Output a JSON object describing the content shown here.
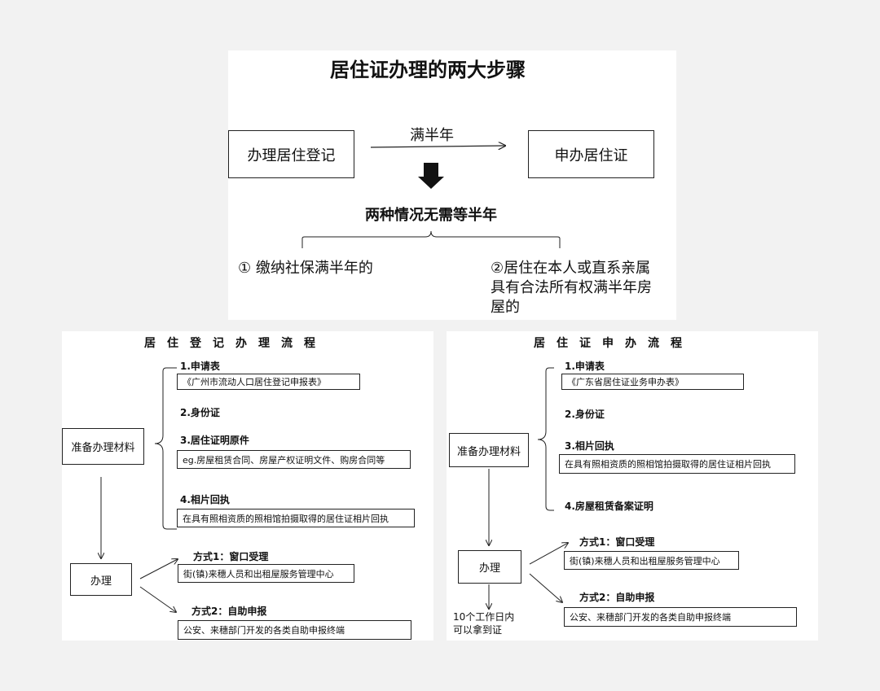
{
  "top": {
    "title": "居住证办理的两大步骤",
    "left_box": "办理居住登记",
    "right_box": "申办居住证",
    "arrow_label": "满半年",
    "subtitle": "两种情况无需等半年",
    "case1": "① 缴纳社保满半年的",
    "case2_line1": "②居住在本人或直系亲属",
    "case2_line2": "具有合法所有权满半年房",
    "case2_line3": "屋的"
  },
  "registration_flow": {
    "title": "居住登记办理流程",
    "prepare_box": "准备办理材料",
    "handle_box": "办理",
    "steps": [
      {
        "label": "1.申请表",
        "box": "《广州市流动人口居住登记申报表》"
      },
      {
        "label": "2.身份证"
      },
      {
        "label": "3.居住证明原件",
        "box": "eg.房屋租赁合同、房屋产权证明文件、购房合同等"
      },
      {
        "label": "4.相片回执",
        "box": "在具有照相资质的照相馆拍摄取得的居住证相片回执"
      }
    ],
    "methods": [
      {
        "label": "方式1：窗口受理",
        "box": "街(镇)来穗人员和出租屋服务管理中心"
      },
      {
        "label": "方式2：自助申报",
        "box": "公安、来穗部门开发的各类自助申报终端"
      }
    ]
  },
  "permit_flow": {
    "title": "居住证申办流程",
    "prepare_box": "准备办理材料",
    "handle_box": "办理",
    "steps": [
      {
        "label": "1.申请表",
        "box": "《广东省居住证业务申办表》"
      },
      {
        "label": "2.身份证"
      },
      {
        "label": "3.相片回执",
        "box": "在具有照相资质的照相馆拍摄取得的居住证相片回执"
      },
      {
        "label": "4.房屋租赁备案证明"
      }
    ],
    "methods": [
      {
        "label": "方式1：窗口受理",
        "box": "街(镇)来穗人员和出租屋服务管理中心"
      },
      {
        "label": "方式2：自助申报",
        "box": "公安、来穗部门开发的各类自助申报终端"
      }
    ],
    "note_line1": "10个工作日内",
    "note_line2": "可以拿到证"
  }
}
